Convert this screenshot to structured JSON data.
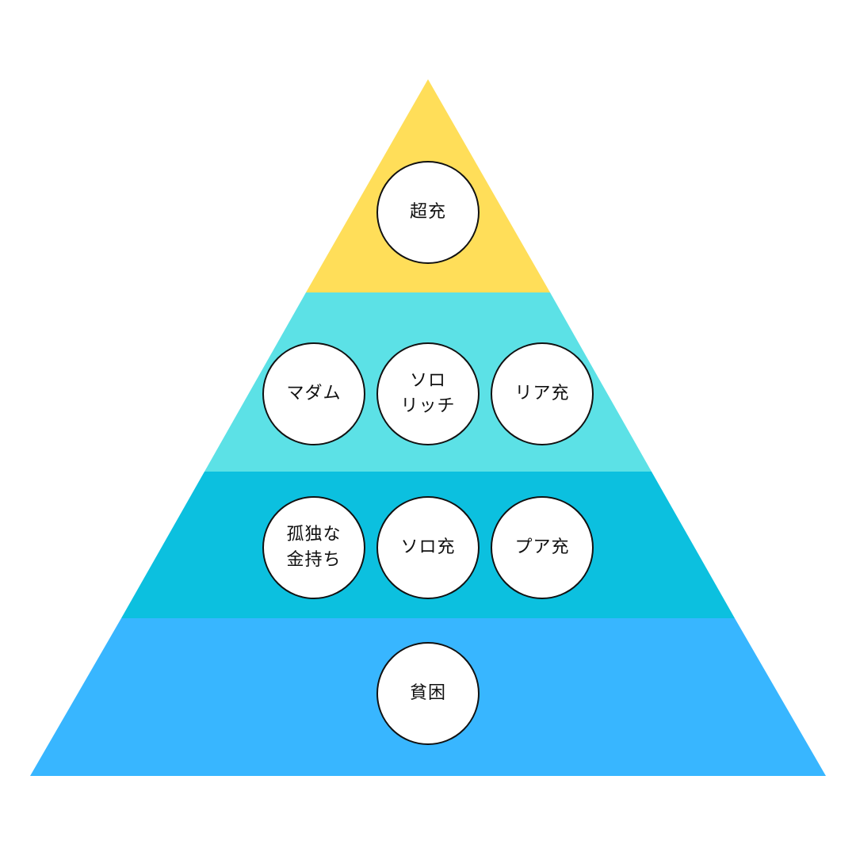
{
  "colors": {
    "tier_top": "#FFDE59",
    "tier_upper_middle": "#5CE1E6",
    "tier_lower_middle": "#0CC0DF",
    "tier_bottom": "#38B6FF",
    "circle_fill": "#FFFFFF",
    "circle_stroke": "#111111"
  },
  "tiers": [
    {
      "nodes": [
        {
          "label": "超充"
        }
      ]
    },
    {
      "nodes": [
        {
          "label": "マダム"
        },
        {
          "label": "ソロ\nリッチ"
        },
        {
          "label": "リア充"
        }
      ]
    },
    {
      "nodes": [
        {
          "label": "孤独な\n金持ち"
        },
        {
          "label": "ソロ充"
        },
        {
          "label": "プア充"
        }
      ]
    },
    {
      "nodes": [
        {
          "label": "貧困"
        }
      ]
    }
  ]
}
